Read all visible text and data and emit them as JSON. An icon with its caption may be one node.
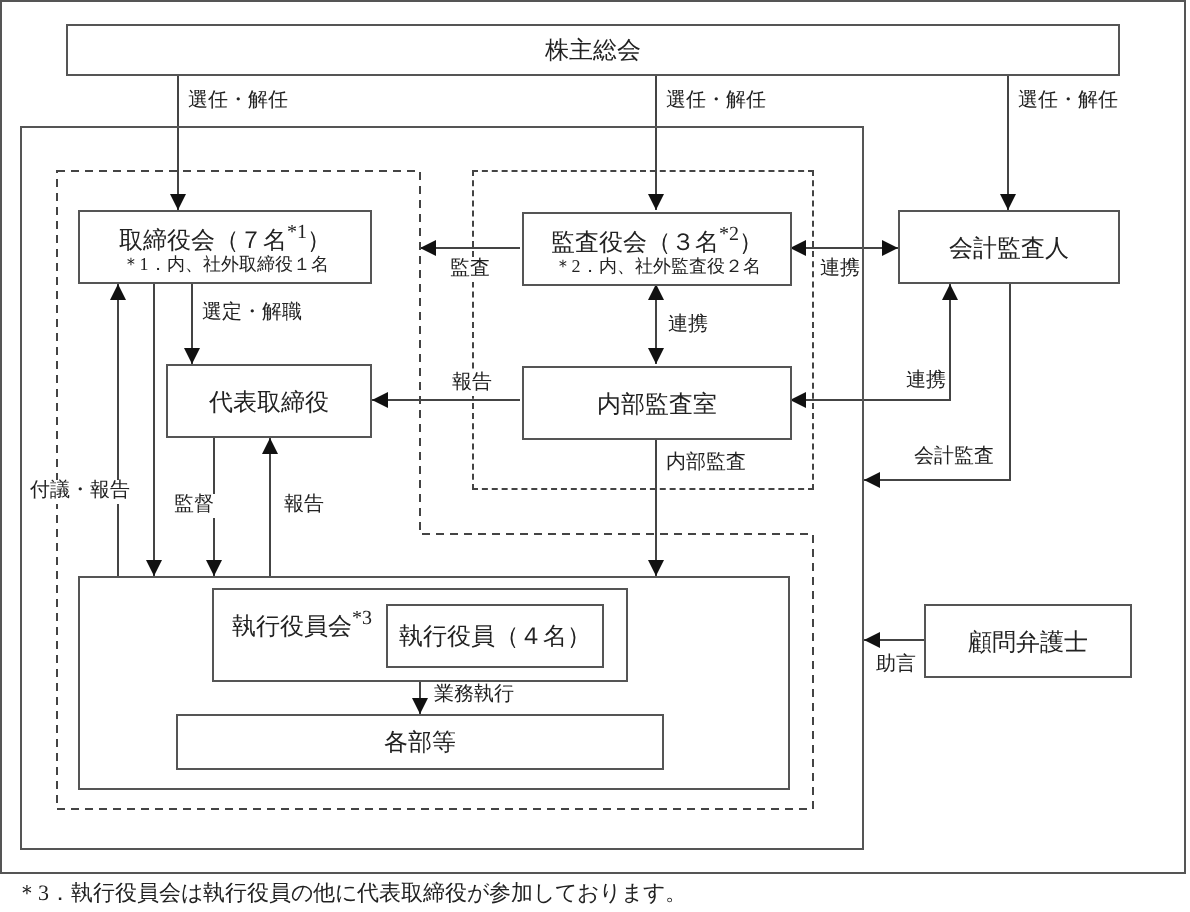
{
  "diagram": {
    "caption": "＊3．執行役員会は執行役員の他に代表取締役が参加しております。",
    "nodes": [
      {
        "text": [
          "株主総会"
        ]
      },
      {
        "text": [],
        "shape": "box"
      },
      {
        "text": [],
        "shape": "polygon",
        "in": 1
      },
      {
        "text": [
          "取締役会（７名$^{*1}$）",
          "＊1．内、社外取締役１名"
        ],
        "in": 2
      },
      {
        "text": [],
        "shape": "box",
        "in": 1
      },
      {
        "text": [
          "監査役会（３名$^{*2}$）",
          "＊2．内、社外監査役２名"
        ],
        "in": 4
      },
      {
        "text": [
          "会計監査人"
        ]
      },
      {
        "text": [
          "代表取締役"
        ],
        "in": 2
      },
      {
        "text": [
          "内部監査室"
        ],
        "in": 4
      },
      {
        "text": [],
        "shape": "box",
        "in": 2
      },
      {
        "text": [
          "執行役員会$^{*3}$"
        ],
        "in": 9
      },
      {
        "text": [
          "執行役員（４名）"
        ],
        "in": 10
      },
      {
        "text": [
          "各部等"
        ],
        "in": 9
      },
      {
        "text": [
          "顧問弁護士"
        ]
      }
    ],
    "edges": [
      {
        "from": 0,
        "to": 3,
        "arrow": "to",
        "label": "選任・解任"
      },
      {
        "from": 0,
        "to": 5,
        "arrow": "to",
        "label": "選任・解任"
      },
      {
        "from": 0,
        "to": 6,
        "arrow": "to",
        "label": "選任・解任"
      },
      {
        "from": 5,
        "to": 2,
        "arrow": "to",
        "label": "監査"
      },
      {
        "from": 5,
        "to": 6,
        "arrow": "both",
        "label": "連携"
      },
      {
        "from": 5,
        "to": 8,
        "arrow": "both",
        "label": "連携"
      },
      {
        "from": 8,
        "to": 6,
        "arrow": "both",
        "label": "連携"
      },
      {
        "from": 3,
        "to": 7,
        "arrow": "to",
        "label": "選定・解職"
      },
      {
        "from": 8,
        "to": 7,
        "arrow": "to",
        "label": "報告"
      },
      {
        "from": 7,
        "to": 9,
        "arrow": "to",
        "label": "監督"
      },
      {
        "from": 9,
        "to": 7,
        "arrow": "to",
        "label": "報告"
      },
      {
        "from": 9,
        "to": 3,
        "arrow": "to",
        "label": "付議・報告"
      },
      {
        "from": 3,
        "to": 9,
        "arrow": "to"
      },
      {
        "from": 8,
        "to": 9,
        "arrow": "to",
        "label": "内部監査"
      },
      {
        "from": 6,
        "to": 1,
        "arrow": "to",
        "label": "会計監査"
      },
      {
        "from": 13,
        "to": 1,
        "arrow": "to",
        "label": "助言"
      },
      {
        "from": 10,
        "to": 12,
        "arrow": "to",
        "label": "業務執行"
      }
    ]
  }
}
